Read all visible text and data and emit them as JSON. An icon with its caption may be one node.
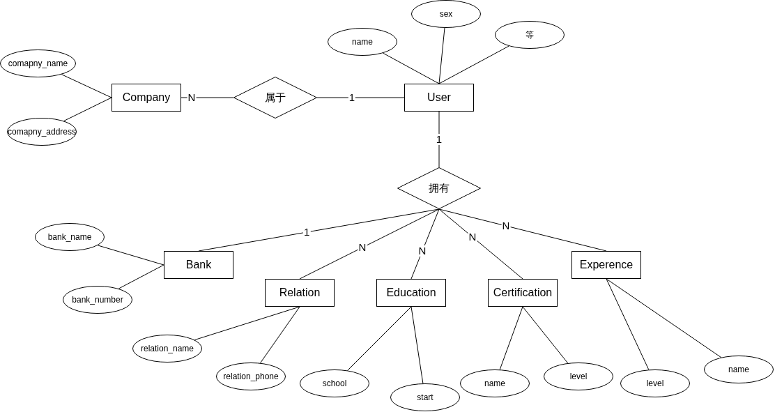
{
  "diagram": {
    "nodes": [
      {
        "text": [
          "comapny_name"
        ]
      },
      {
        "text": [
          "comapny_address"
        ]
      },
      {
        "text": [
          "Company"
        ]
      },
      {
        "text": [
          "属于"
        ]
      },
      {
        "text": [
          "name"
        ]
      },
      {
        "text": [
          "sex"
        ]
      },
      {
        "text": [
          "等"
        ]
      },
      {
        "text": [
          "User"
        ]
      },
      {
        "text": [
          "拥有"
        ]
      },
      {
        "text": [
          "bank_name"
        ]
      },
      {
        "text": [
          "bank_number"
        ]
      },
      {
        "text": [
          "Bank"
        ]
      },
      {
        "text": [
          "Relation"
        ]
      },
      {
        "text": [
          "Education"
        ]
      },
      {
        "text": [
          "Certification"
        ]
      },
      {
        "text": [
          "Experence"
        ]
      },
      {
        "text": [
          "relation_name"
        ]
      },
      {
        "text": [
          "relation_phone"
        ]
      },
      {
        "text": [
          "school"
        ]
      },
      {
        "text": [
          "start"
        ]
      },
      {
        "text": [
          "name"
        ]
      },
      {
        "text": [
          "level"
        ]
      },
      {
        "text": [
          "level"
        ]
      },
      {
        "text": [
          "name"
        ]
      }
    ],
    "edges": [
      {
        "from": 0,
        "to": 2,
        "arrow": "none"
      },
      {
        "from": 1,
        "to": 2,
        "arrow": "none"
      },
      {
        "from": 2,
        "to": 3,
        "arrow": "none",
        "label": "N"
      },
      {
        "from": 3,
        "to": 7,
        "arrow": "none",
        "label": "1"
      },
      {
        "from": 4,
        "to": 7,
        "arrow": "none"
      },
      {
        "from": 5,
        "to": 7,
        "arrow": "none"
      },
      {
        "from": 6,
        "to": 7,
        "arrow": "none"
      },
      {
        "from": 7,
        "to": 8,
        "arrow": "none",
        "label": "1"
      },
      {
        "from": 8,
        "to": 11,
        "arrow": "none",
        "label": "1"
      },
      {
        "from": 8,
        "to": 12,
        "arrow": "none",
        "label": "N"
      },
      {
        "from": 8,
        "to": 13,
        "arrow": "none",
        "label": "N"
      },
      {
        "from": 8,
        "to": 14,
        "arrow": "none",
        "label": "N"
      },
      {
        "from": 8,
        "to": 15,
        "arrow": "none",
        "label": "N"
      },
      {
        "from": 9,
        "to": 11,
        "arrow": "none"
      },
      {
        "from": 10,
        "to": 11,
        "arrow": "none"
      },
      {
        "from": 12,
        "to": 16,
        "arrow": "none"
      },
      {
        "from": 12,
        "to": 17,
        "arrow": "none"
      },
      {
        "from": 13,
        "to": 18,
        "arrow": "none"
      },
      {
        "from": 13,
        "to": 19,
        "arrow": "none"
      },
      {
        "from": 14,
        "to": 20,
        "arrow": "none"
      },
      {
        "from": 14,
        "to": 21,
        "arrow": "none"
      },
      {
        "from": 15,
        "to": 22,
        "arrow": "none"
      },
      {
        "from": 15,
        "to": 23,
        "arrow": "none"
      }
    ]
  }
}
